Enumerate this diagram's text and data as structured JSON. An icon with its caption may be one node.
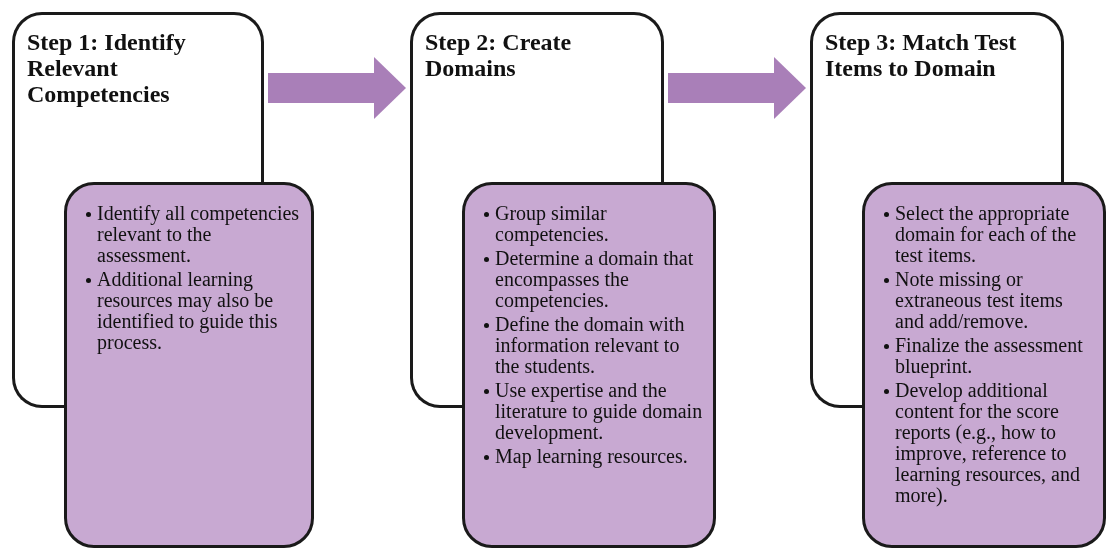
{
  "diagram": {
    "nodes": [
      {
        "text": [
          "Step 1: Identify Relevant Competencies"
        ]
      },
      {
        "text": [
          "Identify all competencies relevant to the assessment.",
          "Additional learning resources may also be identified to guide this process."
        ]
      },
      {
        "text": [
          "Step 2: Create Domains"
        ]
      },
      {
        "text": [
          "Group similar competencies.",
          "Determine a domain that encompasses the competencies.",
          "Define the domain with information relevant to the students.",
          "Use expertise and the literature to guide domain development.",
          "Map learning resources."
        ]
      },
      {
        "text": [
          "Step 3: Match Test Items to Domain"
        ]
      },
      {
        "text": [
          "Select the appropriate domain for each of the test items.",
          "Note missing or extraneous test items and add/remove.",
          "Finalize the assessment blueprint.",
          "Develop additional content for the score reports (e.g., how to improve, reference to learning resources, and more)."
        ]
      }
    ],
    "edges": [
      {
        "from": 0,
        "to": 2,
        "arrow": "to"
      },
      {
        "from": 2,
        "to": 4,
        "arrow": "to"
      }
    ]
  }
}
